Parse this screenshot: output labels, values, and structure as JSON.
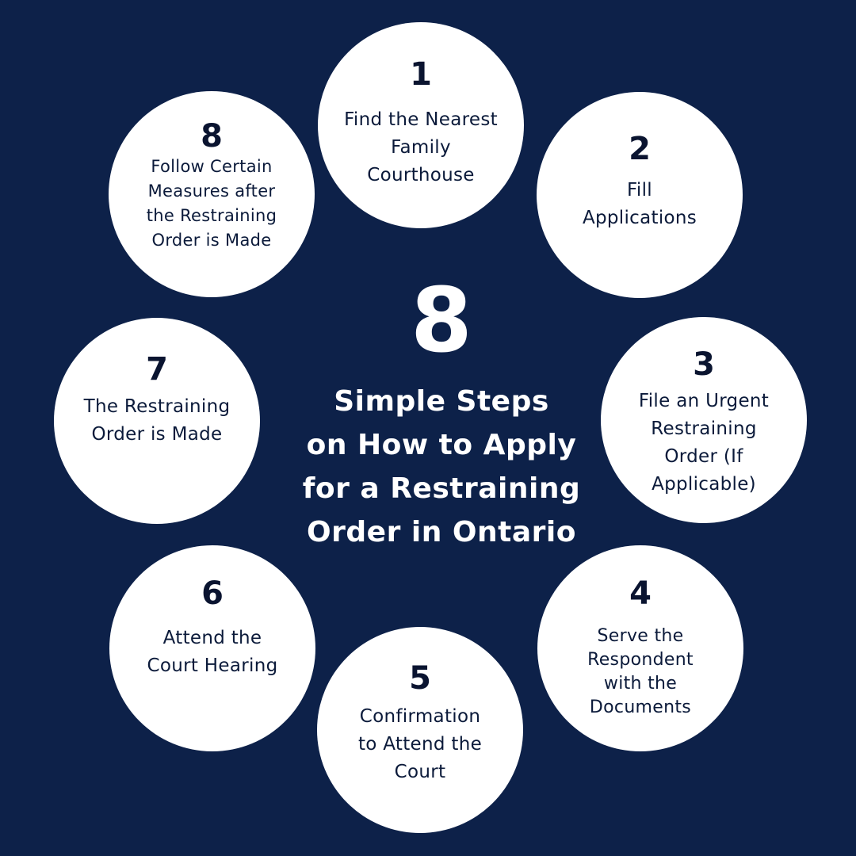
{
  "infographic": {
    "center": {
      "number": "8",
      "title": "Simple Steps\non How to Apply\nfor a Restraining\nOrder in Ontario"
    },
    "steps": [
      {
        "number": "1",
        "text": "Find the Nearest\nFamily\nCourthouse"
      },
      {
        "number": "2",
        "text": "Fill\nApplications"
      },
      {
        "number": "3",
        "text": "File an Urgent\nRestraining\nOrder (If\nApplicable)"
      },
      {
        "number": "4",
        "text": "Serve the\nRespondent\nwith the\nDocuments"
      },
      {
        "number": "5",
        "text": "Confirmation\nto Attend the\nCourt"
      },
      {
        "number": "6",
        "text": "Attend the\nCourt Hearing"
      },
      {
        "number": "7",
        "text": "The Restraining\nOrder is Made"
      },
      {
        "number": "8",
        "text": "Follow Certain\nMeasures after\nthe Restraining\nOrder is Made"
      }
    ]
  },
  "colors": {
    "background": "#0d2149",
    "circle": "#ffffff",
    "circle_text": "#0b1a3a",
    "center_text": "#ffffff"
  }
}
